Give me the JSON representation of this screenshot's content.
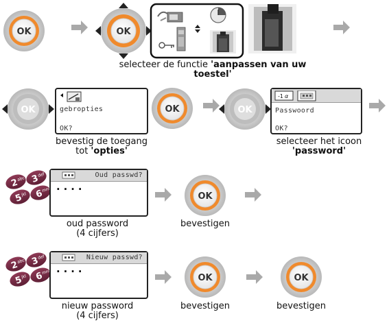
{
  "step1": {
    "caption_line1_plain": "selecteer de functie ",
    "caption_line1_bold": "'aanpassen van uw",
    "caption_line2_bold": "toestel'"
  },
  "step2": {
    "screen_label": "gebropties",
    "screen_ok": "OK?",
    "caption_line1": "bevestig de toegang",
    "caption_line2_plain": "tot ",
    "caption_line2_bold": "'opties'"
  },
  "step3": {
    "screen_label": "Passwoord",
    "screen_ok": "OK?",
    "caption_line1": "selecteer het icoon",
    "caption_line2_bold": "'password'"
  },
  "step4": {
    "screen_title": "Oud passwd?",
    "screen_dots": "....",
    "caption_line1": "oud password",
    "caption_line2": "(4 cijfers)",
    "confirm_caption": "bevestigen"
  },
  "step5": {
    "screen_title": "Nieuw passwd?",
    "screen_dots": "....",
    "caption_line1": "nieuw password",
    "caption_line2": "(4 cijfers)",
    "confirm_caption_1": "bevestigen",
    "confirm_caption_2": "bevestigen"
  },
  "ok_label": "OK",
  "keypad": {
    "keys": [
      {
        "digit": "2",
        "letters": "abc"
      },
      {
        "digit": "3",
        "letters": "def"
      },
      {
        "digit": "5",
        "letters": "jkl"
      },
      {
        "digit": "6",
        "letters": "mno"
      }
    ]
  }
}
